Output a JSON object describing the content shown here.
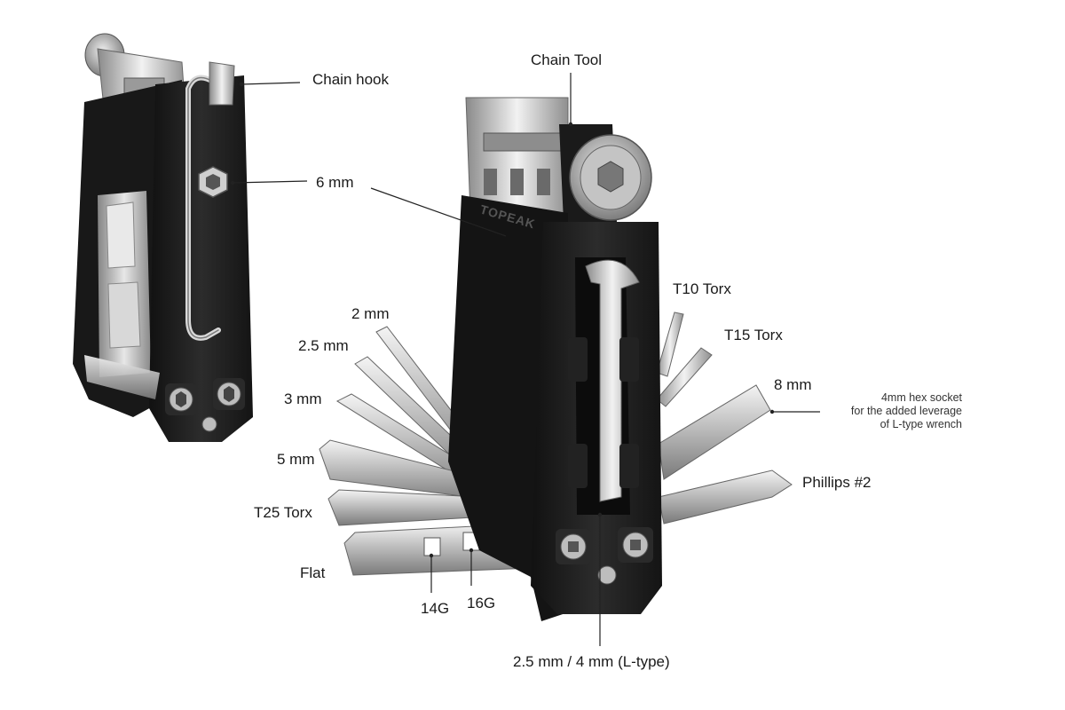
{
  "labels": {
    "chain_hook": "Chain hook",
    "six_mm": "6 mm",
    "chain_tool": "Chain Tool",
    "t10_torx": "T10 Torx",
    "t15_torx": "T15 Torx",
    "eight_mm": "8 mm",
    "two_mm": "2 mm",
    "two_five_mm": "2.5 mm",
    "three_mm": "3 mm",
    "five_mm": "5 mm",
    "t25_torx": "T25 Torx",
    "flat": "Flat",
    "phillips": "Phillips #2",
    "sixteen_g": "16G",
    "fourteen_g": "14G",
    "l_type": "2.5 mm / 4 mm (L-type)"
  },
  "socket_note": {
    "line1": "4mm hex socket",
    "line2": "for the added leverage",
    "line3": "of L-type wrench"
  },
  "brand_text": "TOPEAK",
  "colors": {
    "body": "#1e1e1e",
    "metal": "#c8c8c8",
    "leader": "#222222"
  }
}
